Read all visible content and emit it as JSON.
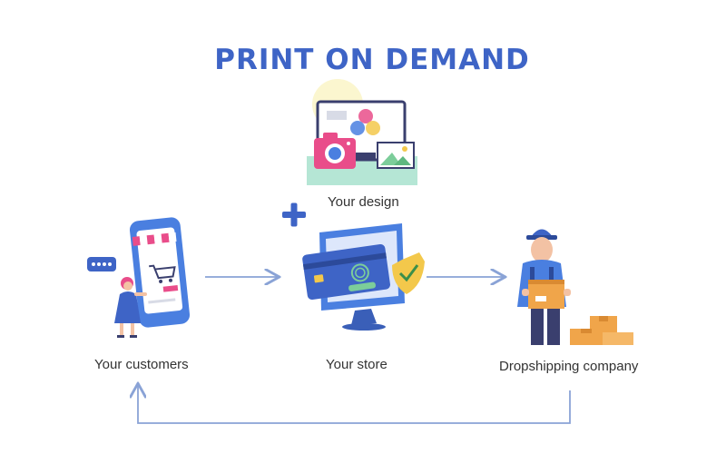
{
  "diagram": {
    "title": "PRINT ON DEMAND",
    "nodes": {
      "design": {
        "label": "Your design",
        "icon": "design-monitor-camera-icon"
      },
      "customers": {
        "label": "Your customers",
        "icon": "mobile-shop-customer-icon"
      },
      "store": {
        "label": "Your store",
        "icon": "online-store-monitor-icon"
      },
      "dropshipping": {
        "label": "Dropshipping company",
        "icon": "delivery-man-boxes-icon"
      }
    },
    "connectors": [
      {
        "from": "customers",
        "to": "store",
        "type": "arrow"
      },
      {
        "from": "store",
        "to": "dropshipping",
        "type": "arrow"
      },
      {
        "from": "dropshipping",
        "to": "customers",
        "type": "return-arrow"
      },
      {
        "from": "design",
        "to": "store",
        "type": "plus"
      }
    ],
    "colors": {
      "title": "#3e64c6",
      "arrow": "#8aa3d6",
      "accent_blue": "#4a7fe0",
      "pink": "#e94d8a",
      "green": "#7ccd9a",
      "orange": "#f0a54a"
    }
  }
}
